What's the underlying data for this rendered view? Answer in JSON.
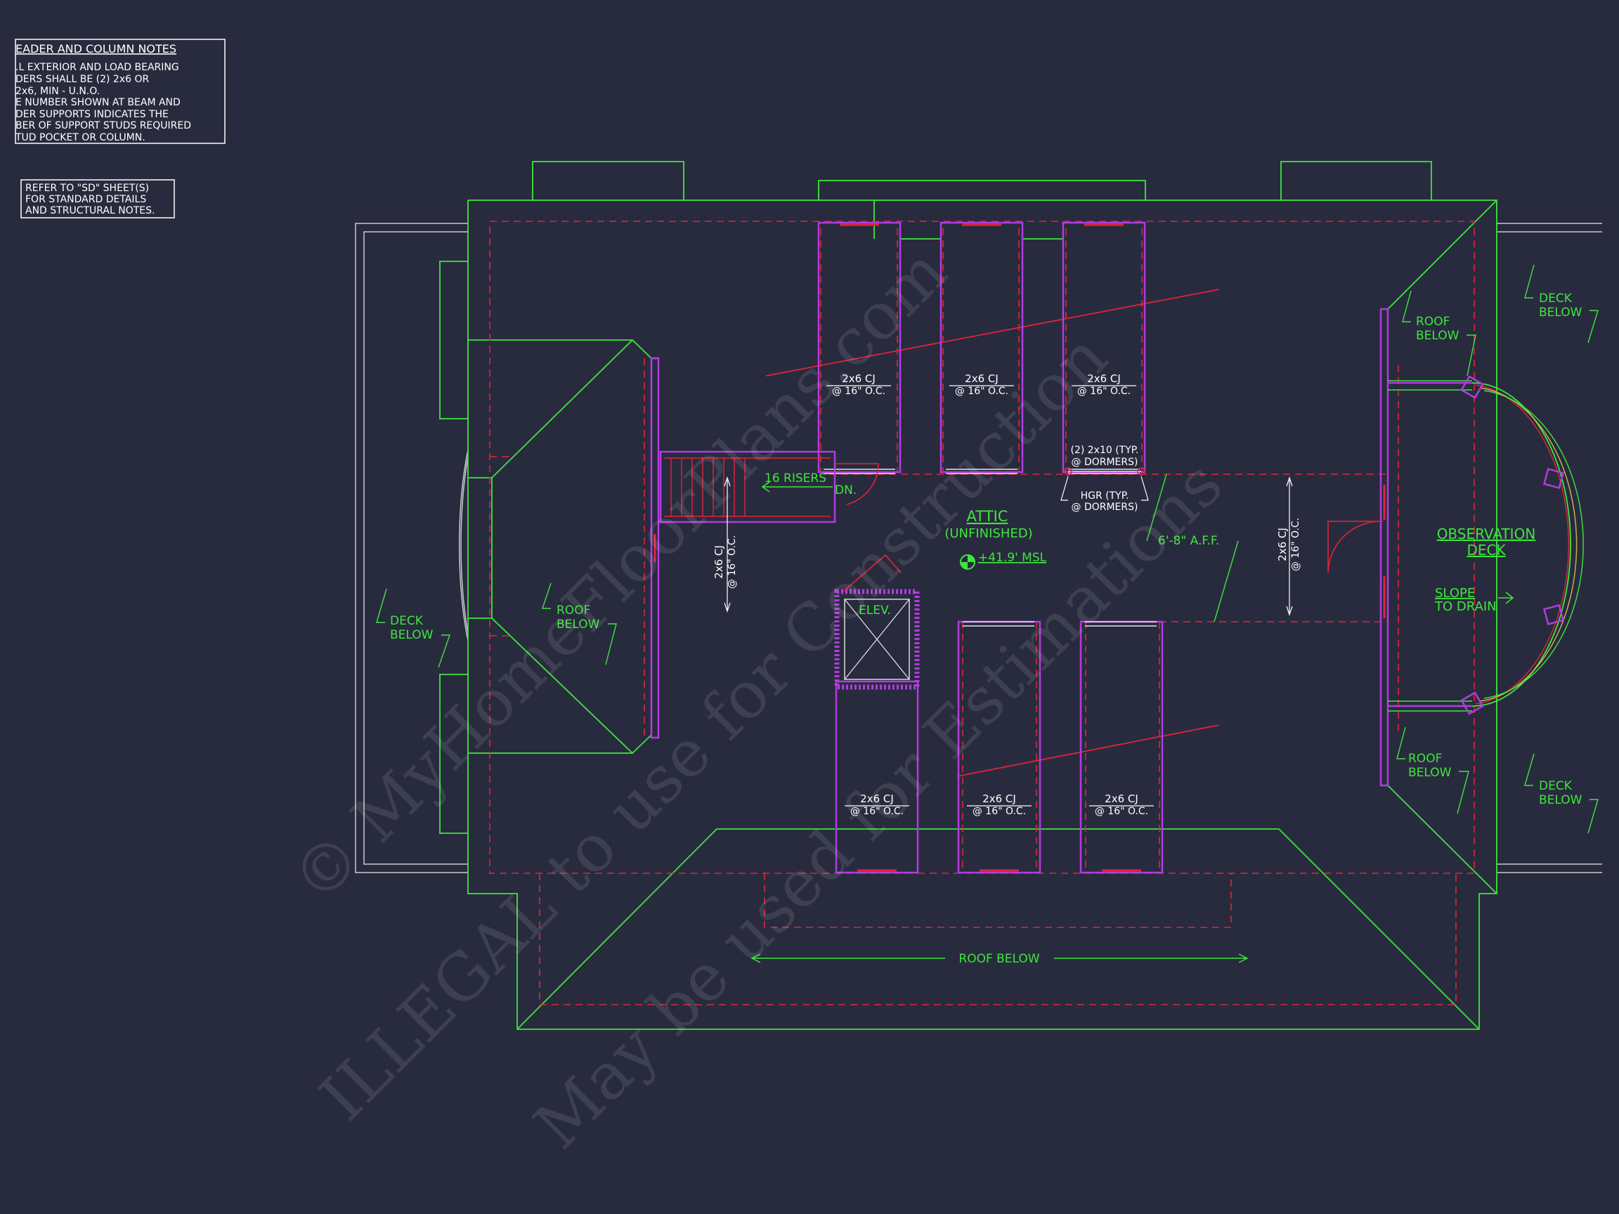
{
  "notes": {
    "header_title": "EADER AND COLUMN NOTES",
    "header_lines": [
      ".L EXTERIOR AND LOAD BEARING",
      "DERS SHALL BE (2) 2x6   OR",
      "2x6, MIN - U.N.O.",
      "E NUMBER SHOWN AT BEAM AND",
      "DER SUPPORTS INDICATES THE",
      "BER OF SUPPORT STUDS REQUIRED",
      "TUD POCKET OR COLUMN."
    ],
    "sd_lines": [
      "REFER TO \"SD\" SHEET(S)",
      "FOR STANDARD DETAILS",
      "AND STRUCTURAL NOTES."
    ]
  },
  "labels": {
    "cj_label": "2x6 CJ",
    "cj_spacing": "@ 16\" O.C.",
    "attic": "ATTIC",
    "attic_sub": "(UNFINISHED)",
    "elevation_mark": "+41.9' MSL",
    "risers": "16  RISERS",
    "dn": "DN.",
    "elev": "ELEV.",
    "dormer_header": "(2) 2x10 (TYP.",
    "dormer_header_2": "@ DORMERS)",
    "hgr": "HGR (TYP.",
    "hgr_2": "@ DORMERS)",
    "aff": "6'-8\" A.F.F.",
    "obs_1": "OBSERVATION",
    "obs_2": "DECK",
    "slope_1": "SLOPE",
    "slope_2": "TO DRAIN",
    "roof_below_1": "ROOF",
    "roof_below_2": "BELOW",
    "deck_below_1": "DECK",
    "deck_below_2": "BELOW",
    "roof_below_full": "ROOF  BELOW"
  },
  "watermark": {
    "line1": "© MyHomeFloorPlans.com",
    "line2": "ILLEGAL to use for Construction",
    "line3": "May be used for Estimations"
  },
  "colors": {
    "background": "#282b3d",
    "roof": "#3ee63e",
    "wall": "#b23ce0",
    "hidden": "#e0243c",
    "text": "#ffffff"
  }
}
